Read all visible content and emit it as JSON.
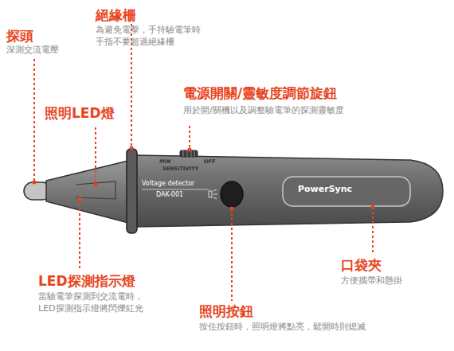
{
  "diagram": {
    "labels": [
      "探頭",
      "深測交流電壓",
      "絕緣柵",
      "為避免電擊，手持驗電筆時 手指不要超過絕緣柵",
      "照明LED燈",
      "電源開關/靈敏度調節旋鈕",
      "用於開/關機以及調整驗電筆的探測靈敏度",
      "LED探測指示燈",
      "當驗電筆探測到交流電時， LED探測指示燈將閃爍紅光",
      "照明按鈕",
      "按住按鈕時，照明燈將點亮，鬆開時則熄滅",
      "口袋夾",
      "方便攜帶和懸掛",
      "MIN",
      "OFF",
      "SENSITIVITY",
      "Voltage detector",
      "DAK-001",
      "PowerSync"
    ]
  }
}
